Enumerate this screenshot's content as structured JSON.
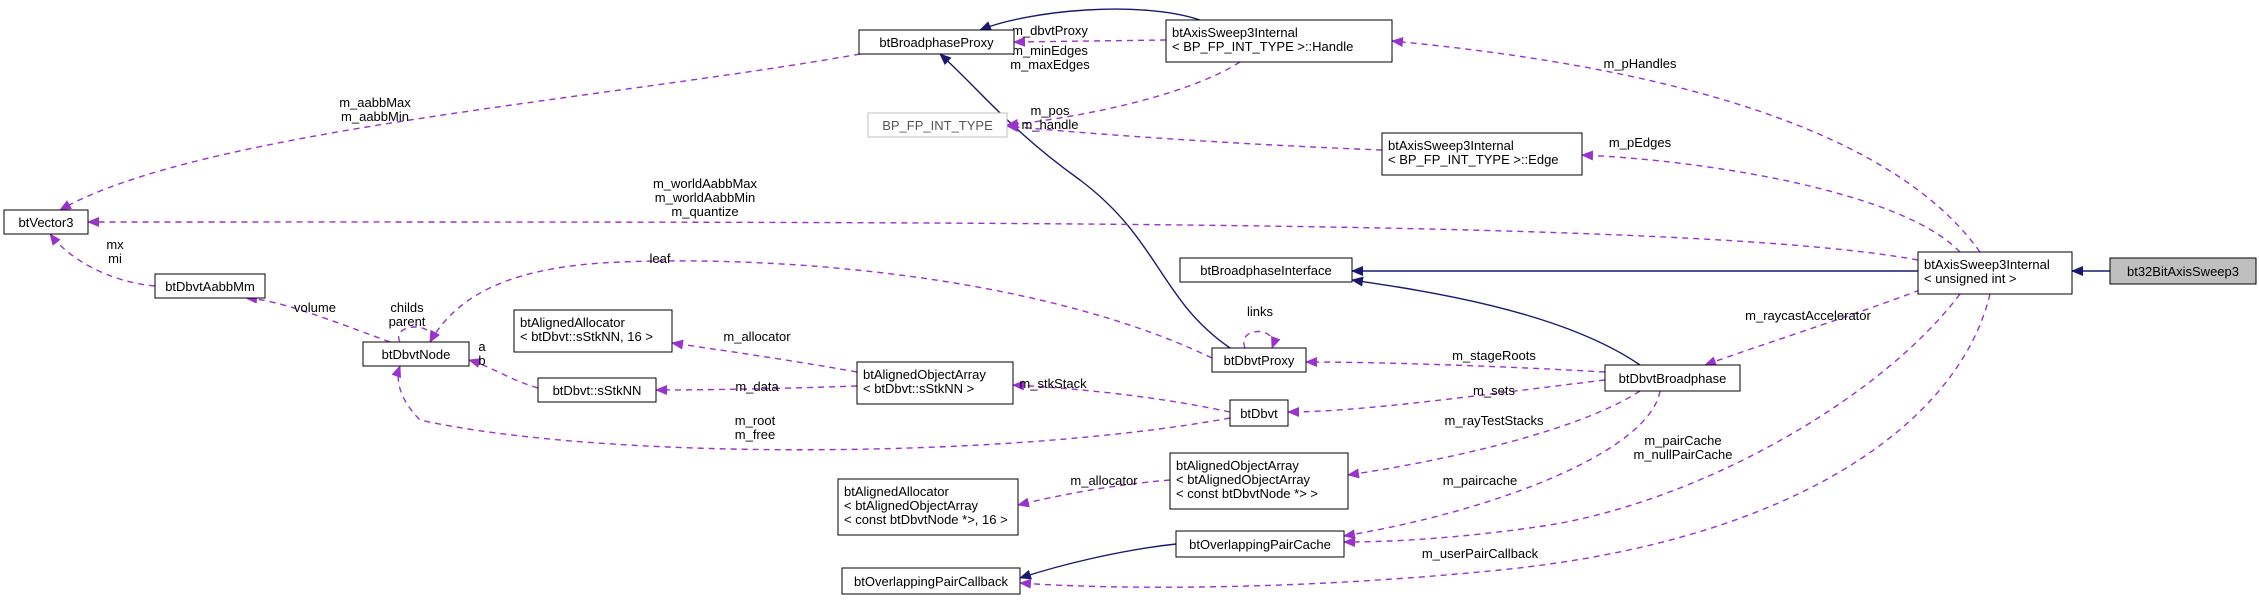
{
  "colors": {
    "inherit": "#191970",
    "usage": "#9a32cd",
    "highlight": "#bfbfbf"
  },
  "nodes": {
    "bt32": [
      "bt32BitAxisSweep3"
    ],
    "sweep": [
      "btAxisSweep3Internal",
      "< unsigned int >"
    ],
    "handle": [
      "btAxisSweep3Internal",
      "< BP_FP_INT_TYPE >::Handle"
    ],
    "edge": [
      "btAxisSweep3Internal",
      "< BP_FP_INT_TYPE >::Edge"
    ],
    "bpproxy": [
      "btBroadphaseProxy"
    ],
    "bpint": [
      "BP_FP_INT_TYPE"
    ],
    "vec3": [
      "btVector3"
    ],
    "aabbmm": [
      "btDbvtAabbMm"
    ],
    "dbvtnode": [
      "btDbvtNode"
    ],
    "alloc1": [
      "btAlignedAllocator",
      "< btDbvt::sStkNN, 16 >"
    ],
    "sstknn": [
      "btDbvt::sStkNN"
    ],
    "oarr1": [
      "btAlignedObjectArray",
      "< btDbvt::sStkNN >"
    ],
    "bpiface": [
      "btBroadphaseInterface"
    ],
    "dbvtproxy": [
      "btDbvtProxy"
    ],
    "dbvtbp": [
      "btDbvtBroadphase"
    ],
    "dbvt": [
      "btDbvt"
    ],
    "oarr2": [
      "btAlignedObjectArray",
      "< btAlignedObjectArray",
      "< const btDbvtNode *> >"
    ],
    "alloc2": [
      "btAlignedAllocator",
      "< btAlignedObjectArray",
      "< const btDbvtNode *>, 16 >"
    ],
    "opcache": [
      "btOverlappingPairCache"
    ],
    "opcb": [
      "btOverlappingPairCallback"
    ]
  },
  "edge_labels": {
    "m_pHandles": [
      "m_pHandles"
    ],
    "m_dbvtProxy": [
      "m_dbvtProxy"
    ],
    "m_minmaxEdges": [
      "m_minEdges",
      "m_maxEdges"
    ],
    "m_aabbMaxMin": [
      "m_aabbMax",
      "m_aabbMin"
    ],
    "m_pos_handle": [
      "m_pos",
      "m_handle"
    ],
    "m_pEdges": [
      "m_pEdges"
    ],
    "m_world": [
      "m_worldAabbMax",
      "m_worldAabbMin",
      "m_quantize"
    ],
    "mx_mi": [
      "mx",
      "mi"
    ],
    "leaf": [
      "leaf"
    ],
    "childs_parent": [
      "childs",
      "parent"
    ],
    "links": [
      "links"
    ],
    "m_raycastAccelerator": [
      "m_raycastAccelerator"
    ],
    "volume": [
      "volume"
    ],
    "m_allocator1": [
      "m_allocator"
    ],
    "a_b": [
      "a",
      "b"
    ],
    "m_data": [
      "m_data"
    ],
    "m_stkStack": [
      "m_stkStack"
    ],
    "m_stageRoots": [
      "m_stageRoots"
    ],
    "m_sets": [
      "m_sets"
    ],
    "m_root_free": [
      "m_root",
      "m_free"
    ],
    "m_rayTestStacks": [
      "m_rayTestStacks"
    ],
    "m_pairCache_null": [
      "m_pairCache",
      "m_nullPairCache"
    ],
    "m_allocator2": [
      "m_allocator"
    ],
    "m_paircache": [
      "m_paircache"
    ],
    "m_userPairCallback": [
      "m_userPairCallback"
    ]
  }
}
